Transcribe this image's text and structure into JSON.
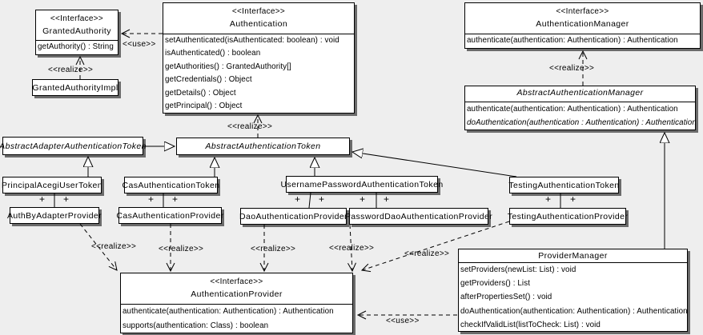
{
  "diagram": {
    "background_color": "#eeeeee",
    "box_fill": "#ffffff",
    "box_border": "#000000",
    "line_color": "#000000"
  },
  "labels": {
    "use": "<<use>>",
    "realize": "<<realize>>",
    "plus": "+"
  },
  "classes": {
    "granted_authority": {
      "stereotype": "<<Interface>>",
      "name": "GrantedAuthority",
      "methods": [
        "getAuthority() : String"
      ]
    },
    "granted_authority_impl": {
      "name": "GrantedAuthorityImpl"
    },
    "authentication": {
      "stereotype": "<<Interface>>",
      "name": "Authentication",
      "methods": [
        "setAuthenticated(isAuthenticated: boolean) : void",
        "isAuthenticated() : boolean",
        "getAuthorities() : GrantedAuthority[]",
        "getCredentials() : Object",
        "getDetails() : Object",
        "getPrincipal() : Object"
      ]
    },
    "authentication_manager": {
      "stereotype": "<<Interface>>",
      "name": "AuthenticationManager",
      "methods": [
        "authenticate(authentication: Authentication) : Authentication"
      ]
    },
    "abstract_authentication_manager": {
      "name": "AbstractAuthenticationManager",
      "methods": [
        "authenticate(authentication: Authentication) : Authentication",
        "doAuthentication(authentication : Authentication) : Authentication"
      ]
    },
    "abstract_adapter_authentication_token": {
      "name": "AbstractAdapterAuthenticationToken"
    },
    "abstract_authentication_token": {
      "name": "AbstractAuthenticationToken"
    },
    "principal_acegi_user_token": {
      "name": "PrincipalAcegiUserToken"
    },
    "cas_authentication_token": {
      "name": "CasAuthenticationToken"
    },
    "username_password_authentication_token": {
      "name": "UsernamePasswordAuthenticationToken"
    },
    "testing_authentication_token": {
      "name": "TestingAuthenticationToken"
    },
    "auth_by_adapter_provider": {
      "name": "AuthByAdapterProvider"
    },
    "cas_authentication_provider": {
      "name": "CasAuthenticationProvider"
    },
    "dao_authentication_provider": {
      "name": "DaoAuthenticationProvider"
    },
    "password_dao_authentication_provider": {
      "name": "PasswordDaoAuthenticationProvider"
    },
    "testing_authentication_provider": {
      "name": "TestingAuthenticationProvider"
    },
    "authentication_provider": {
      "stereotype": "<<Interface>>",
      "name": "AuthenticationProvider",
      "methods": [
        "authenticate(authentication: Authentication) : Authentication",
        "supports(authentication: Class) : boolean"
      ]
    },
    "provider_manager": {
      "name": "ProviderManager",
      "methods": [
        "setProviders(newList: List) : void",
        "getProviders() : List",
        "afterPropertiesSet() : void",
        "doAuthentication(authentication: Authentication) : Authentication",
        "checkIfValidList(listToCheck: List) : void"
      ]
    }
  }
}
